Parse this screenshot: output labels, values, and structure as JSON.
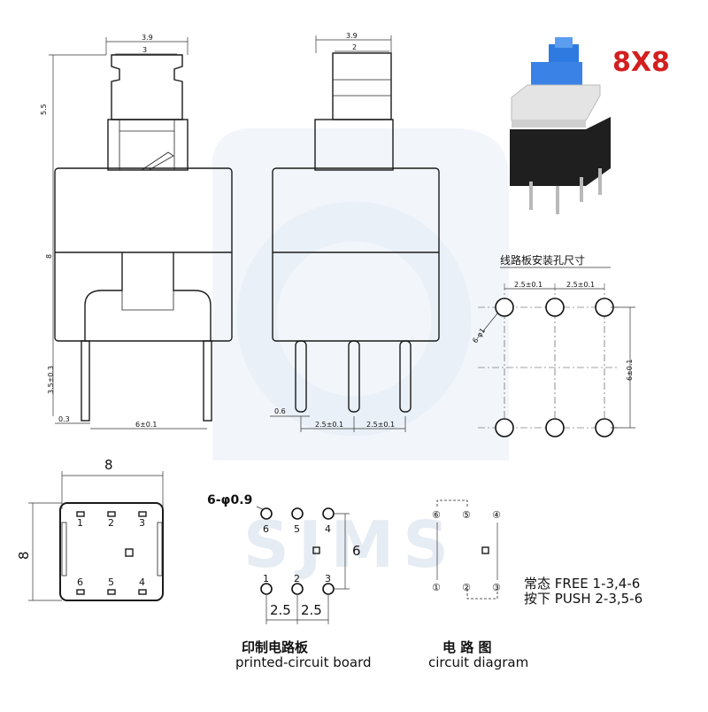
{
  "product_label": "8X8",
  "colors": {
    "accent_red": "#d31f1f",
    "cap_blue": "#2b6fd6",
    "watermark": "#dfe9f5"
  },
  "watermark_text": "SJMS",
  "top_views": {
    "front": {
      "top_width": "3.9",
      "inner_width": "3",
      "height_upper": "5.5",
      "body_height": "8",
      "pin_length": "3.5±0.3",
      "pin_thickness": "0.3",
      "pin_spacing": "6±0.1"
    },
    "side": {
      "top_width": "3.9",
      "inner_width": "2",
      "pin_width": "0.6",
      "pin_pitch_1": "2.5±0.1",
      "pin_pitch_2": "2.5±0.1"
    }
  },
  "hole_layout": {
    "title": "线路板安装孔尺寸",
    "pitch_1": "2.5±0.1",
    "pitch_2": "2.5±0.1",
    "hole_dia": "6-φ1",
    "row_spacing": "6±0.1"
  },
  "bottom_view": {
    "width": "8",
    "height": "8",
    "pins_top": [
      "1",
      "2",
      "3"
    ],
    "pins_bottom": [
      "6",
      "5",
      "4"
    ]
  },
  "pcb": {
    "hole_label": "6-φ0.9",
    "row_top": [
      "6",
      "5",
      "4"
    ],
    "row_bottom": [
      "1",
      "2",
      "3"
    ],
    "row_spacing": "6",
    "pitch_1": "2.5",
    "pitch_2": "2.5",
    "caption_cn": "印制电路板",
    "caption_en": "printed-circuit board"
  },
  "circuit": {
    "row_top": [
      "⑥",
      "⑤",
      "④"
    ],
    "row_bottom": [
      "①",
      "②",
      "③"
    ],
    "state_free": "常态 FREE 1-3,4-6",
    "state_push": "按下 PUSH 2-3,5-6",
    "caption_cn": "电 路 图",
    "caption_en": "circuit diagram"
  }
}
